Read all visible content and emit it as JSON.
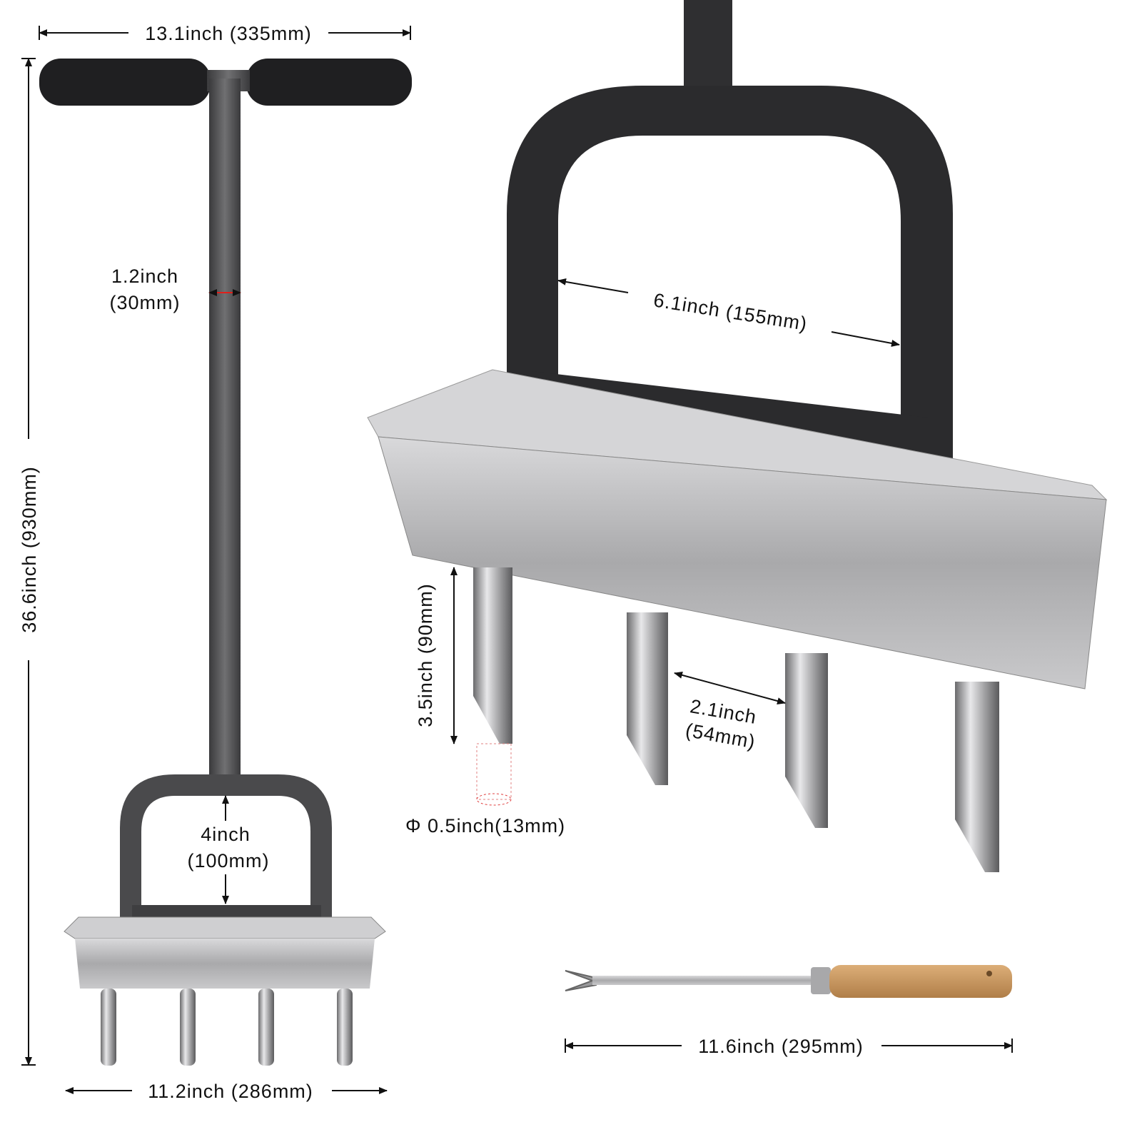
{
  "labels": {
    "overall_width": "13.1inch (335mm)",
    "overall_height": "36.6inch (930mm)",
    "shaft_diameter_in": "1.2inch",
    "shaft_diameter_mm": "(30mm)",
    "loop_height_in": "4inch",
    "loop_height_mm": "(100mm)",
    "tray_width": "11.2inch (286mm)",
    "loop_inner_width": "6.1inch (155mm)",
    "tine_length": "3.5inch (90mm)",
    "tine_spacing_in": "2.1inch",
    "tine_spacing_mm": "(54mm)",
    "tine_diameter": "Φ 0.5inch(13mm)",
    "fork_length": "11.6inch (295mm)"
  },
  "colors": {
    "metal_dark": "#2b2b2d",
    "steel": "#b9b9bb",
    "wood": "#c8955e",
    "accent_red": "#e0201b"
  }
}
